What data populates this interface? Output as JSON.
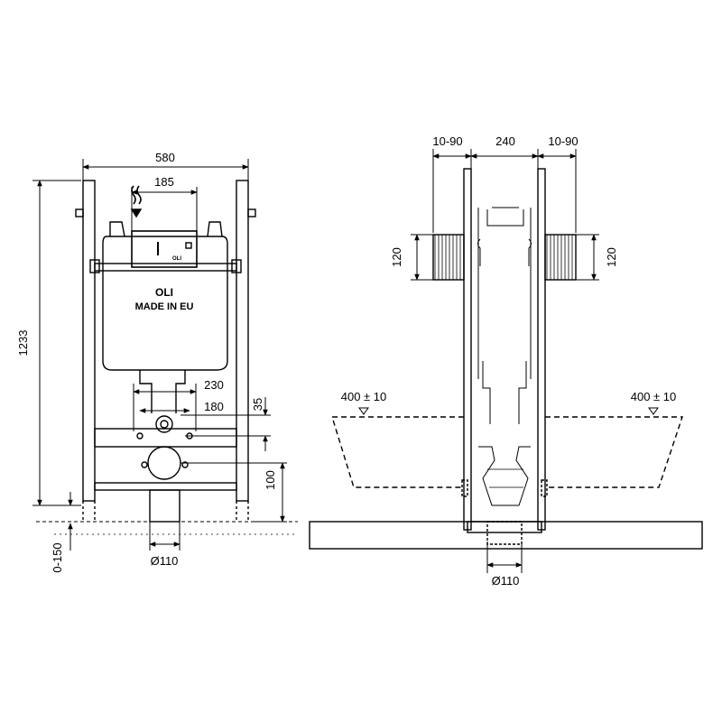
{
  "front_view": {
    "dims": {
      "overall_width": "580",
      "flush_plate_width": "185",
      "overall_height": "1233",
      "stud_spacing_outer": "230",
      "stud_spacing_inner": "180",
      "stud_offset": "35",
      "drain_height": "100",
      "floor_adjust": "0-150",
      "drain_diameter": "Ø110"
    },
    "brand": {
      "logo_small": "OLI",
      "logo": "OLI",
      "made_in": "MADE IN EU"
    }
  },
  "side_view": {
    "dims": {
      "left_depth": "10-90",
      "frame_depth": "240",
      "right_depth": "10-90",
      "left_bracket_height": "120",
      "right_bracket_height": "120",
      "left_bowl_height": "400 ± 10",
      "right_bowl_height": "400 ± 10",
      "drain_diameter": "Ø110"
    }
  }
}
